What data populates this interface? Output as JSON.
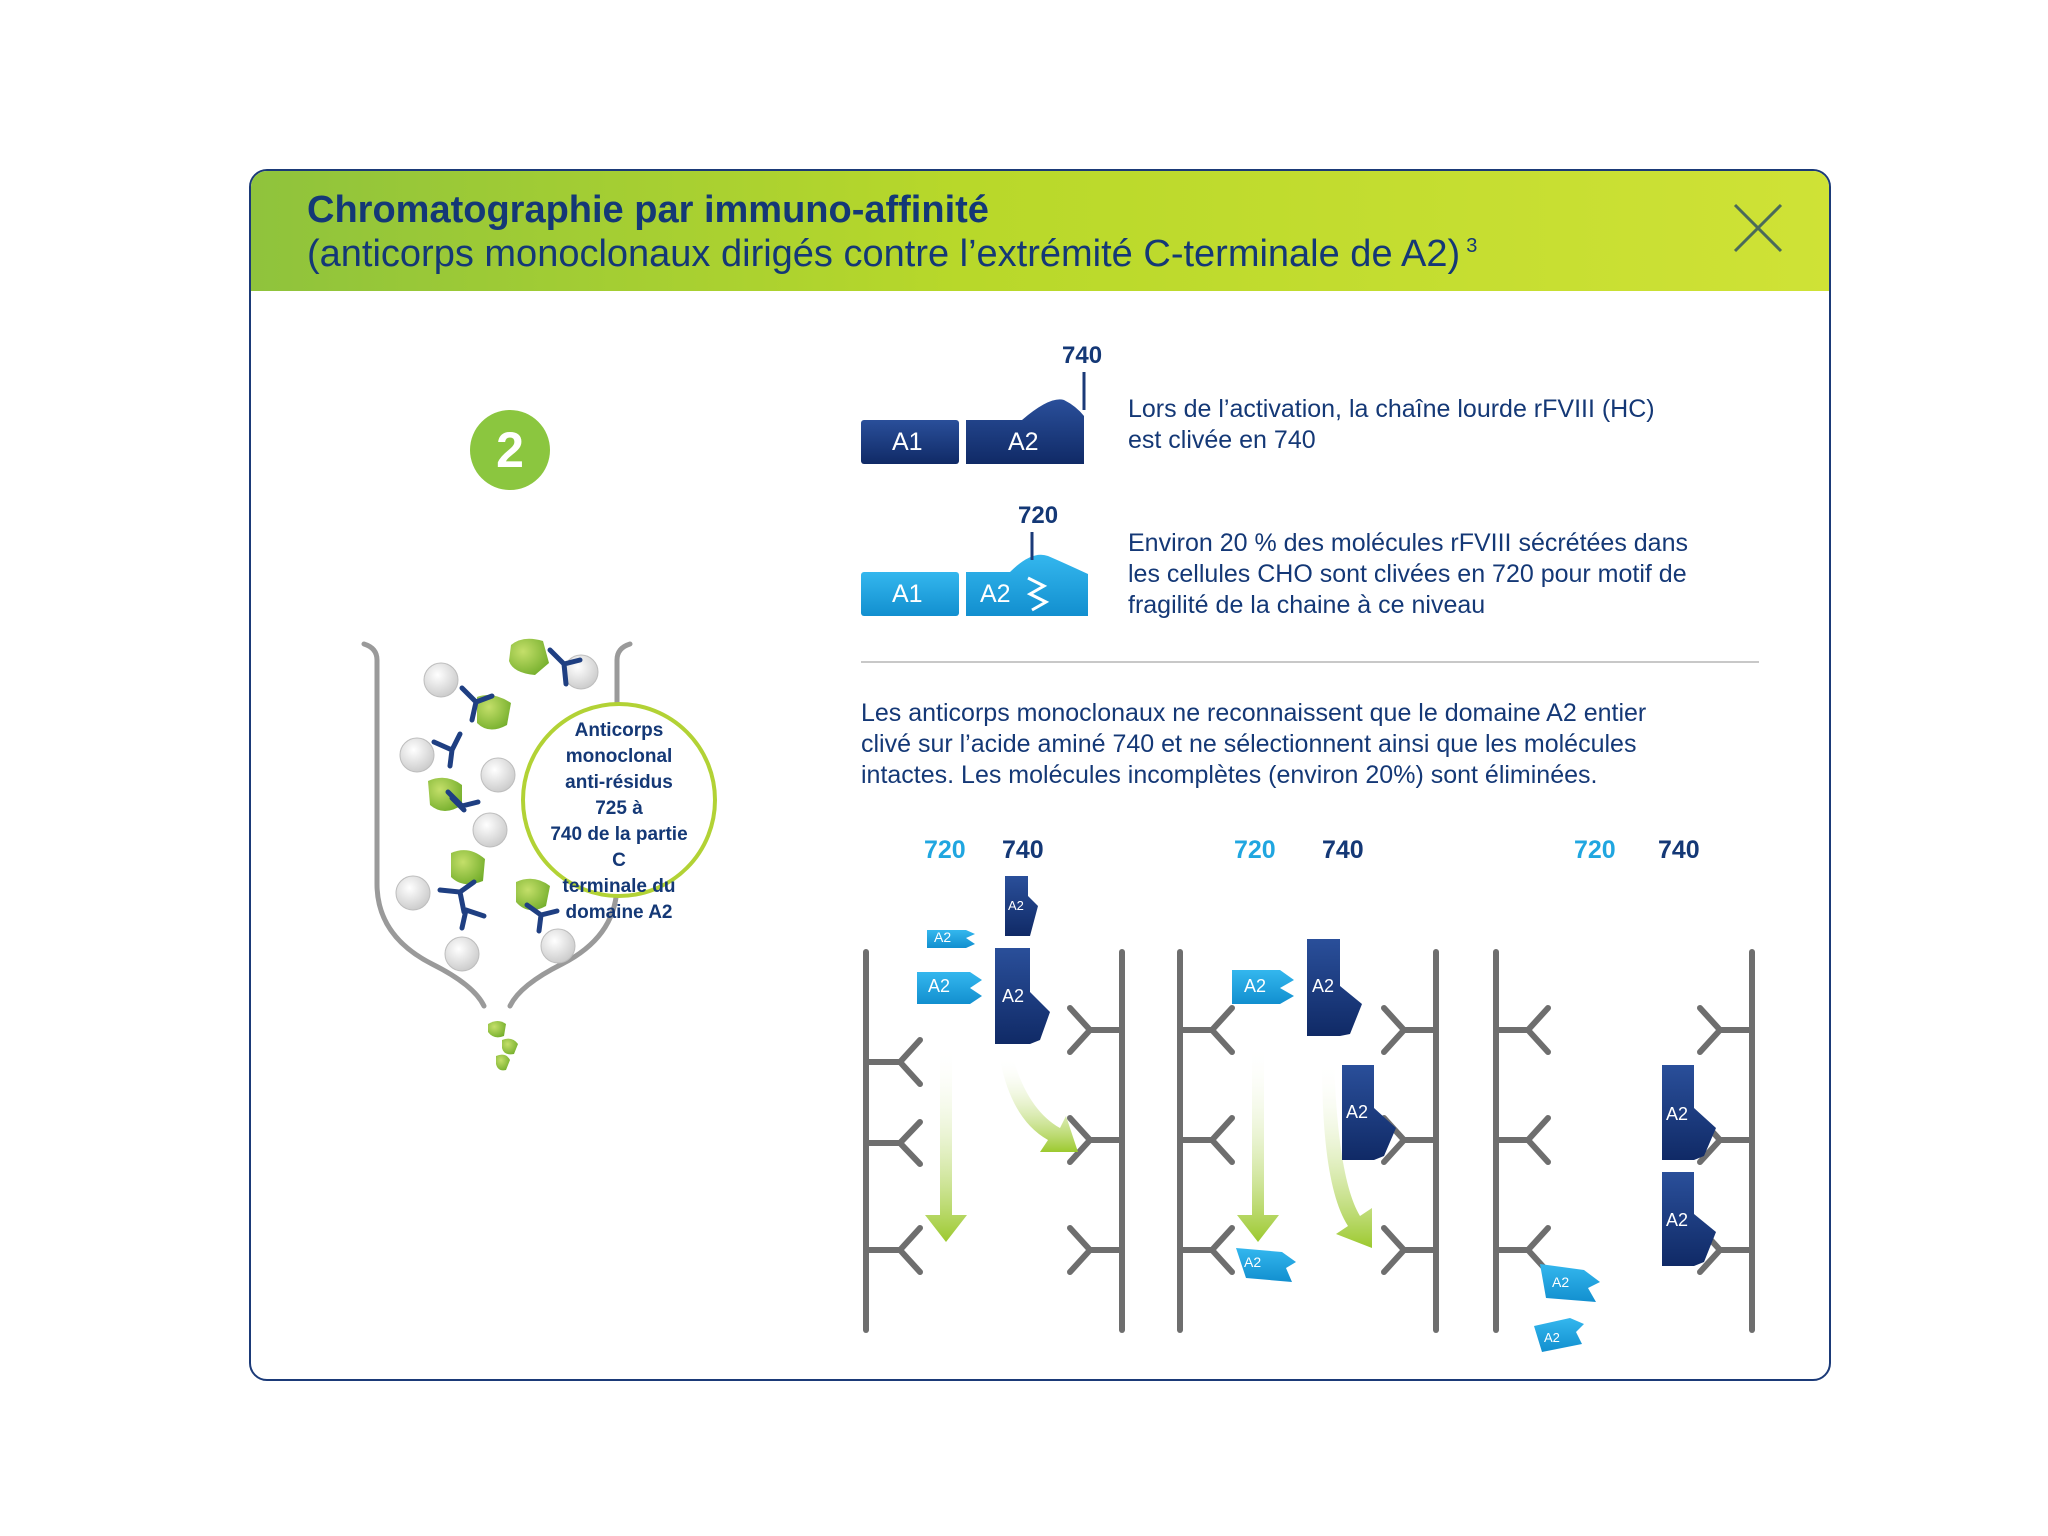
{
  "header": {
    "title": "Chromatographie par immuno-affinité",
    "subtitle": "(anticorps monoclonaux dirigés contre l’extrémité C-terminale de A2)",
    "reference": "3",
    "close_icon": "close-icon"
  },
  "step": {
    "number": "2"
  },
  "antibody_circle": {
    "lines": [
      "Anticorps",
      "monoclonal",
      "anti-résidus 725 à",
      "740 de la partie C",
      "terminale du",
      "domaine A2"
    ]
  },
  "cleavage_740": {
    "site": "740",
    "domains": [
      "A1",
      "A2"
    ],
    "text": [
      "Lors de l’activation, la chaîne lourde rFVIII (HC)",
      "est clivée en 740"
    ]
  },
  "cleavage_720": {
    "site": "720",
    "domains": [
      "A1",
      "A2"
    ],
    "text": [
      "Environ 20 % des molécules rFVIII sécrétées dans",
      "les cellules CHO sont clivées en 720 pour motif de",
      "fragilité de la chaine à ce niveau"
    ]
  },
  "summary": {
    "text": [
      "Les anticorps monoclonaux ne reconnaissent que le domaine A2 entier",
      "clivé sur l’acide aminé 740 et ne sélectionnent ainsi que les molécules",
      "intactes. Les molécules incomplètes (environ 20%) sont éliminées."
    ]
  },
  "columns": [
    {
      "label_720": "720",
      "label_740": "740"
    },
    {
      "label_720": "720",
      "label_740": "740"
    },
    {
      "label_720": "720",
      "label_740": "740"
    }
  ],
  "fragment_label": "A2",
  "colors": {
    "dark_blue": "#143876",
    "light_blue": "#20a6e0",
    "green": "#8bc63f",
    "header_green": "#b8d82a",
    "grey": "#7a7a7a"
  }
}
